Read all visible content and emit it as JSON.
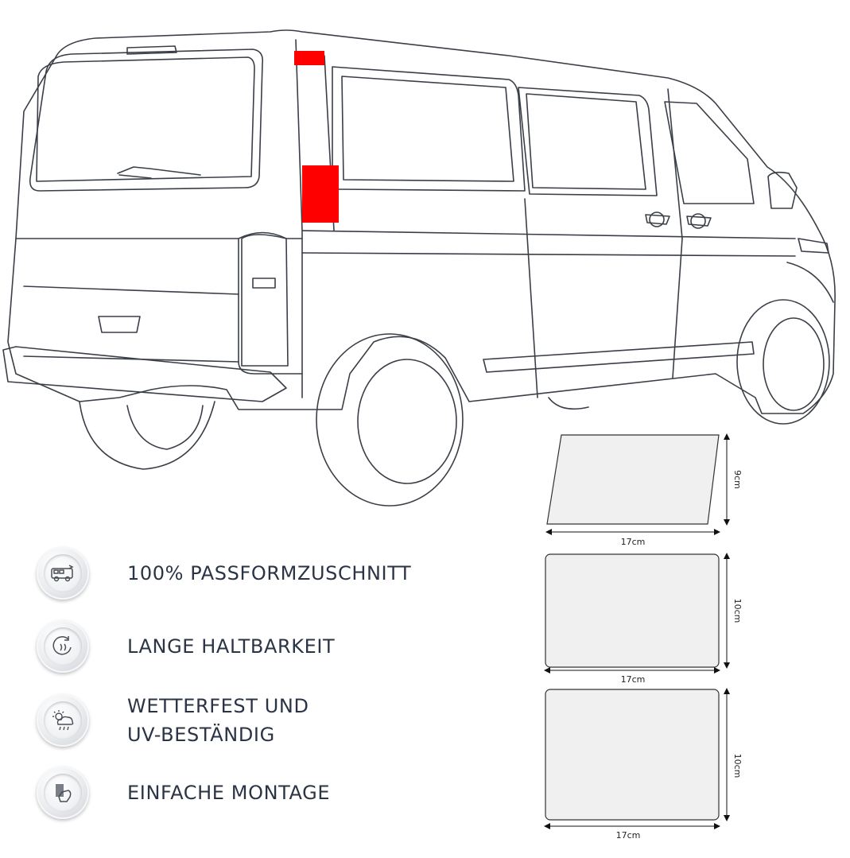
{
  "features": [
    {
      "icon": "van-icon",
      "label": "100% PASSFORMZUSCHNITT"
    },
    {
      "icon": "durability-icon",
      "label": "LANGE HALTBARKEIT"
    },
    {
      "icon": "weather-uv-icon",
      "label": "WETTERFEST UND",
      "label2": "UV-BESTÄNDIG"
    },
    {
      "icon": "mounting-icon",
      "label": "EINFACHE MONTAGE"
    }
  ],
  "panels": [
    {
      "width_label": "17cm",
      "height_label": "9cm"
    },
    {
      "width_label": "17cm",
      "height_label": "10cm"
    },
    {
      "width_label": "17cm",
      "height_label": "10cm"
    }
  ],
  "colors": {
    "highlight": "#ff0000",
    "outline": "#3a3f47",
    "text": "#2b3445",
    "panel_fill": "#f0f0f0"
  }
}
